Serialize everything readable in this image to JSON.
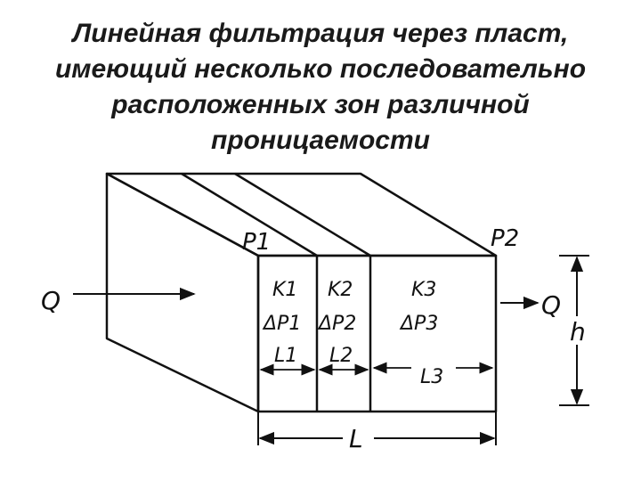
{
  "title": {
    "lines": [
      "Линейная фильтрация через пласт,",
      "имеющий несколько последовательно",
      "расположенных зон различной",
      "проницаемости"
    ]
  },
  "diagram": {
    "inflow_label": "Q",
    "outflow_label": "Q",
    "inlet_pressure_label": "P1",
    "outlet_pressure_label": "P2",
    "height_label": "h",
    "total_length_label": "L",
    "zones": [
      {
        "permeability": "K1",
        "pressure_drop": "ΔP1",
        "length": "L1"
      },
      {
        "permeability": "K2",
        "pressure_drop": "ΔP2",
        "length": "L2"
      },
      {
        "permeability": "K3",
        "pressure_drop": "ΔP3",
        "length": "L3"
      }
    ]
  },
  "colors": {
    "ink": "#111111",
    "background": "#ffffff"
  }
}
